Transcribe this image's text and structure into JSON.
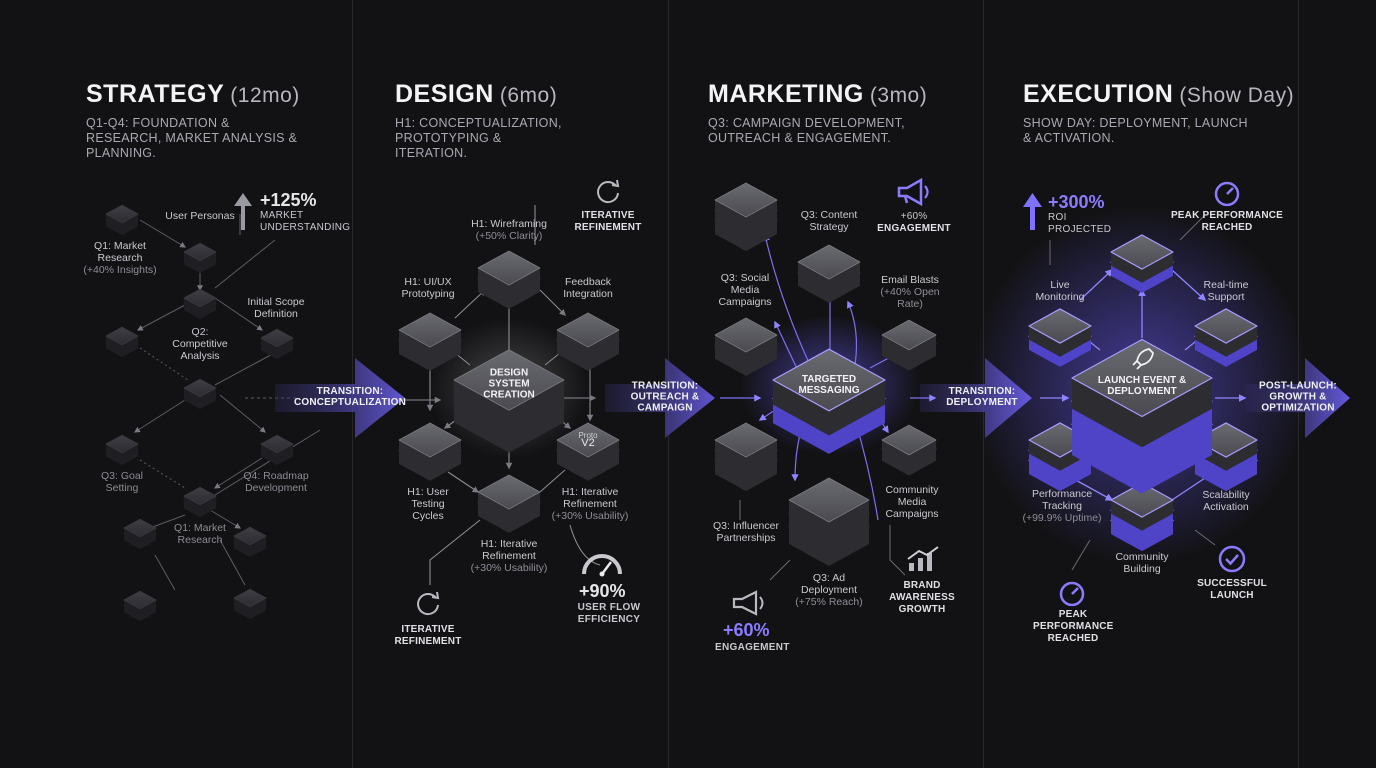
{
  "phases": [
    {
      "title": "STRATEGY",
      "duration": "(12mo)",
      "subtitle": "Q1-Q4: FOUNDATION & RESEARCH, MARKET ANALYSIS & PLANNING."
    },
    {
      "title": "DESIGN",
      "duration": "(6mo)",
      "subtitle": "H1: CONCEPTUALIZATION, PROTOTYPING & ITERATION."
    },
    {
      "title": "MARKETING",
      "duration": "(3mo)",
      "subtitle": "Q3: CAMPAIGN DEVELOPMENT, OUTREACH & ENGAGEMENT."
    },
    {
      "title": "EXECUTION",
      "duration": "(Show Day)",
      "subtitle": "SHOW DAY: DEPLOYMENT, LAUNCH & ACTIVATION."
    }
  ],
  "strategy": {
    "stat_value": "+125%",
    "stat_label": "MARKET UNDERSTANDING",
    "labels": {
      "user_personas": "User Personas",
      "market_research": "Q1: Market Research",
      "market_research_sub": "(+40% Insights)",
      "initial_scope": "Initial Scope Definition",
      "competitive": "Q2: Competitive Analysis",
      "goal_setting": "Q3: Goal Setting",
      "roadmap": "Q4: Roadmap Development",
      "market_research_2": "Q1: Market Research"
    }
  },
  "transitions": [
    "TRANSITION: CONCEPTUALIZATION",
    "TRANSITION: OUTREACH & CAMPAIGN",
    "TRANSITION: DEPLOYMENT",
    "POST-LAUNCH: GROWTH & OPTIMIZATION"
  ],
  "design": {
    "hub": "DESIGN SYSTEM CREATION",
    "labels": {
      "wireframing": "H1: Wireframing",
      "wireframing_sub": "(+50% Clarity)",
      "iterative_top": "ITERATIVE REFINEMENT",
      "uiux": "H1: UI/UX Prototyping",
      "feedback": "Feedback Integration",
      "v2_small": "Proto",
      "v2": "V2",
      "user_testing": "H1: User Testing Cycles",
      "iterative_mid": "H1: Iterative Refinement",
      "iterative_mid_sub": "(+30% Usability)",
      "iterative_low": "H1: Iterative Refinement",
      "iterative_low_sub": "(+30% Usability)",
      "iterative_bottom": "ITERATIVE REFINEMENT"
    },
    "stat_value": "+90%",
    "stat_label": "USER FLOW EFFICIENCY"
  },
  "marketing": {
    "hub": "TARGETED MESSAGING",
    "labels": {
      "content": "Q3: Content Strategy",
      "engagement_top_value": "+60%",
      "engagement_top": "ENGAGEMENT",
      "social": "Q3: Social Media Campaigns",
      "email": "Email Blasts",
      "email_sub": "(+40% Open Rate)",
      "community": "Community Media Campaigns",
      "influencer": "Q3: Influencer Partnerships",
      "ad": "Q3: Ad Deployment",
      "ad_sub": "(+75% Reach)",
      "brand": "BRAND AWARENESS GROWTH"
    },
    "stat_value": "+60%",
    "stat_label": "ENGAGEMENT"
  },
  "execution": {
    "hub": "LAUNCH EVENT & DEPLOYMENT",
    "stat_value": "+300%",
    "stat_label": "ROI PROJECTED",
    "labels": {
      "peak_top": "PEAK PERFORMANCE REACHED",
      "live": "Live Monitoring",
      "realtime": "Real-time Support",
      "perf": "Performance Tracking",
      "perf_sub": "(+99.9% Uptime)",
      "scal": "Scalability Activation",
      "community": "Community Building",
      "success": "SUCCESSFUL LAUNCH",
      "peak_bottom": "PEAK PERFORMANCE REACHED"
    }
  },
  "colors": {
    "background": "#121214",
    "tile": "#55555b",
    "accent": "#7f72ff"
  }
}
